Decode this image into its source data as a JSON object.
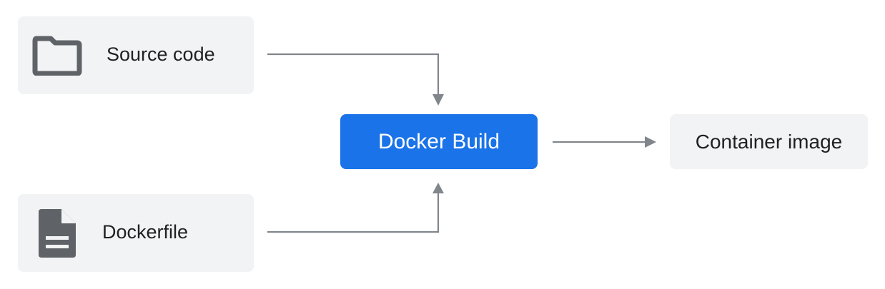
{
  "nodes": {
    "source_code": {
      "label": "Source code",
      "icon": "folder-icon"
    },
    "dockerfile": {
      "label": "Dockerfile",
      "icon": "document-icon"
    },
    "docker_build": {
      "label": "Docker Build"
    },
    "container_image": {
      "label": "Container image"
    }
  },
  "colors": {
    "input_fill": "#f1f3f4",
    "build_fill": "#1a73e8",
    "build_text": "#ffffff",
    "icon": "#5f6368",
    "connector": "#80868b",
    "text": "#202124"
  }
}
